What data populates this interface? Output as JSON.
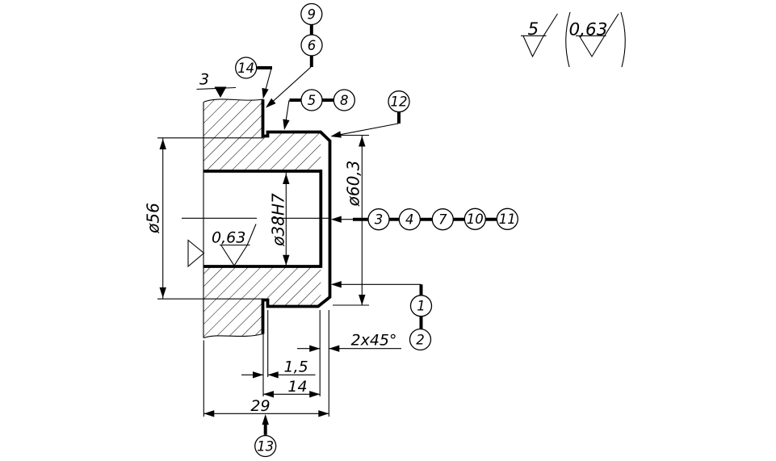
{
  "drawing": {
    "dimensions": {
      "flange_groove_diameter": "ø56",
      "bore_diameter": "ø38H7",
      "boss_outer_diameter": "ø60,3",
      "chamfer": "2x45°",
      "groove_width": "1,5",
      "boss_length": "14",
      "overall_length": "29",
      "face_allowance": "3"
    },
    "roughness": {
      "bore_surface": "0,63",
      "general_note_value": "5",
      "general_note_exception": "0,63"
    },
    "balloons": [
      {
        "label": "1"
      },
      {
        "label": "2"
      },
      {
        "label": "3"
      },
      {
        "label": "4"
      },
      {
        "label": "5"
      },
      {
        "label": "6"
      },
      {
        "label": "7"
      },
      {
        "label": "8"
      },
      {
        "label": "9"
      },
      {
        "label": "10"
      },
      {
        "label": "11"
      },
      {
        "label": "12"
      },
      {
        "label": "13"
      },
      {
        "label": "14"
      }
    ]
  }
}
